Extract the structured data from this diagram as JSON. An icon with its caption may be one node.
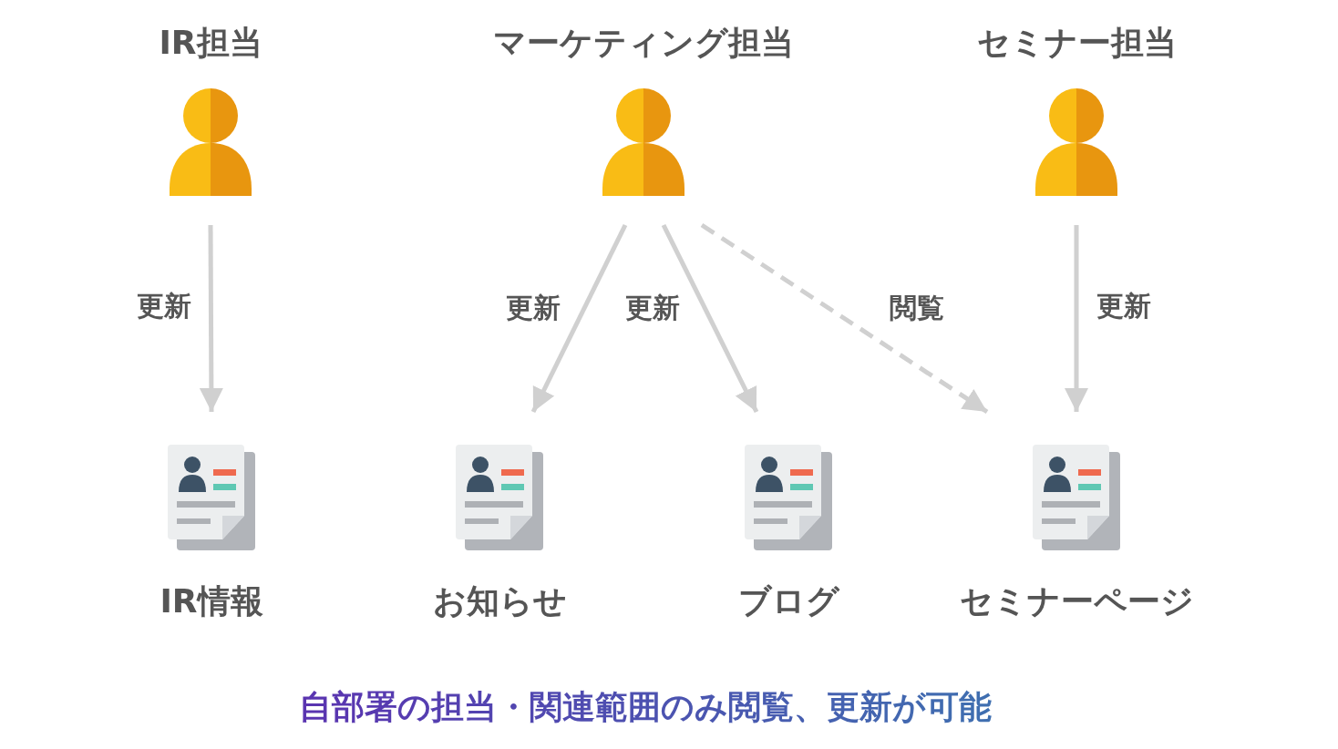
{
  "diagram": {
    "caption": "自部署の担当・関連範囲のみ閲覧、更新が可能",
    "nodes": [
      {
        "text": [
          "IR担当"
        ]
      },
      {
        "text": [
          "マーケティング担当"
        ]
      },
      {
        "text": [
          "セミナー担当"
        ]
      },
      {
        "text": [
          "IR情報"
        ]
      },
      {
        "text": [
          "お知らせ"
        ]
      },
      {
        "text": [
          "ブログ"
        ]
      },
      {
        "text": [
          "セミナーページ"
        ]
      }
    ],
    "edges": [
      {
        "from": 0,
        "to": 3,
        "arrow": "to",
        "label": "更新"
      },
      {
        "from": 1,
        "to": 4,
        "arrow": "to",
        "label": "更新"
      },
      {
        "from": 1,
        "to": 5,
        "arrow": "to",
        "label": "更新"
      },
      {
        "from": 1,
        "to": 6,
        "arrow": "to",
        "label": "閲覧",
        "style": "dashed"
      },
      {
        "from": 2,
        "to": 6,
        "arrow": "to",
        "label": "更新"
      }
    ]
  }
}
